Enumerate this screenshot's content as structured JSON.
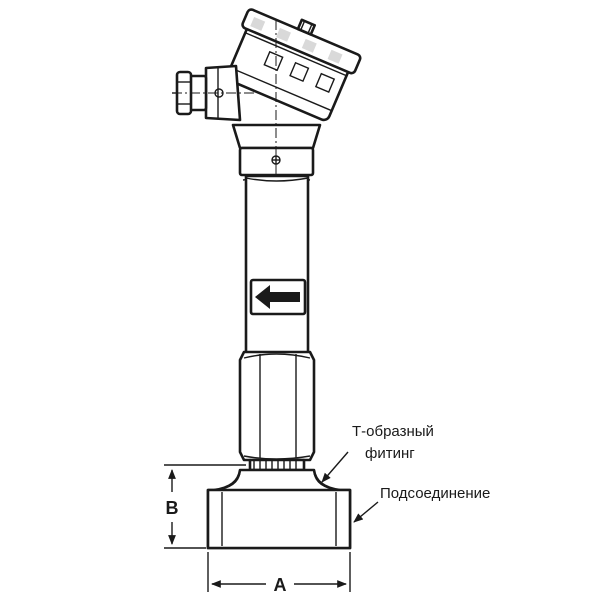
{
  "labels": {
    "tee_fitting_line1": "Т-образный",
    "tee_fitting_line2": "фитинг",
    "connection": "Подсоединение",
    "dim_a": "A",
    "dim_b": "B"
  },
  "colors": {
    "stroke": "#1a1a1a",
    "shade": "#d9d9d9",
    "background": "#ffffff"
  },
  "icons": {
    "flow_arrow": "left-arrow-icon"
  }
}
